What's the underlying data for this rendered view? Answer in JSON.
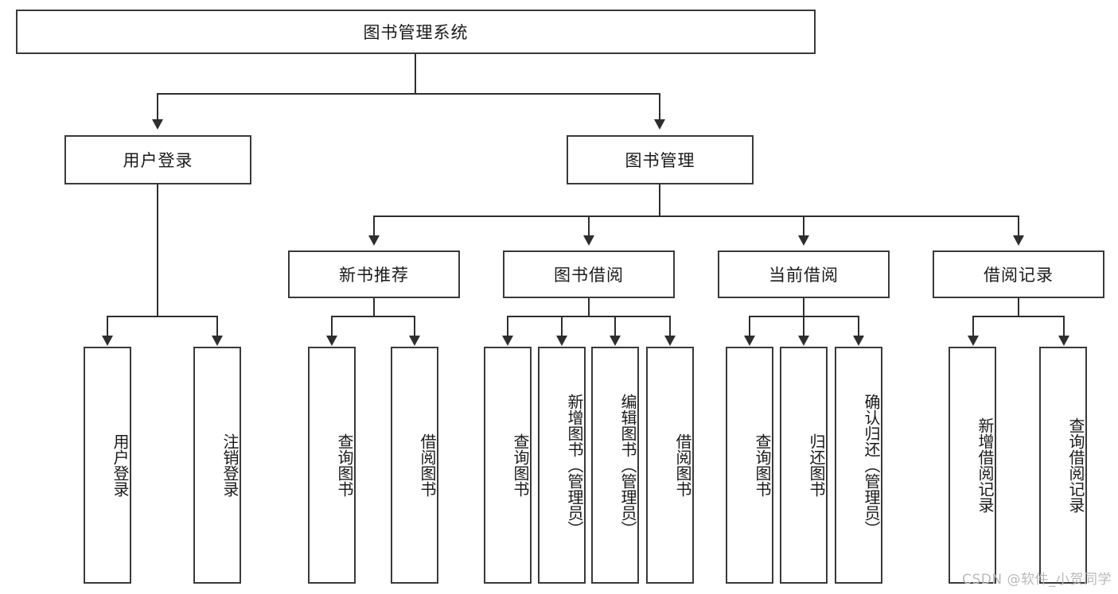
{
  "diagram": {
    "title_node": {
      "label": "图书管理系统"
    },
    "level2": [
      {
        "id": "user-login",
        "label": "用户登录"
      },
      {
        "id": "book-management",
        "label": "图书管理"
      }
    ],
    "level3": [
      {
        "id": "new-book-recommend",
        "label": "新书推荐"
      },
      {
        "id": "book-borrow",
        "label": "图书借阅"
      },
      {
        "id": "current-borrow",
        "label": "当前借阅"
      },
      {
        "id": "borrow-record",
        "label": "借阅记录"
      }
    ],
    "leaves": {
      "user_login": [
        {
          "id": "leaf-user-login",
          "label": "用户登录"
        },
        {
          "id": "leaf-logout-login",
          "label": "注销登录"
        }
      ],
      "new_book_recommend": [
        {
          "id": "leaf-query-book-1",
          "label": "查询图书"
        },
        {
          "id": "leaf-borrow-book-1",
          "label": "借阅图书"
        }
      ],
      "book_borrow": [
        {
          "id": "leaf-query-book-2",
          "label": "查询图书"
        },
        {
          "id": "leaf-add-book",
          "label": "新增图书（管理员）"
        },
        {
          "id": "leaf-edit-book",
          "label": "编辑图书（管理员）"
        },
        {
          "id": "leaf-borrow-book-2",
          "label": "借阅图书"
        }
      ],
      "current_borrow": [
        {
          "id": "leaf-query-book-3",
          "label": "查询图书"
        },
        {
          "id": "leaf-return-book",
          "label": "归还图书"
        },
        {
          "id": "leaf-confirm-return",
          "label": "确认归还（管理员）"
        }
      ],
      "borrow_record": [
        {
          "id": "leaf-add-record",
          "label": "新增借阅记录"
        },
        {
          "id": "leaf-query-record",
          "label": "查询借阅记录"
        }
      ]
    }
  },
  "watermark": {
    "text": "CSDN @软件_小贺同学"
  },
  "colors": {
    "border": "#3a3a3a",
    "connector": "#2e2e2e",
    "background": "#ffffff",
    "text": "#1a1a1a",
    "watermark": "#b9b9b9"
  }
}
